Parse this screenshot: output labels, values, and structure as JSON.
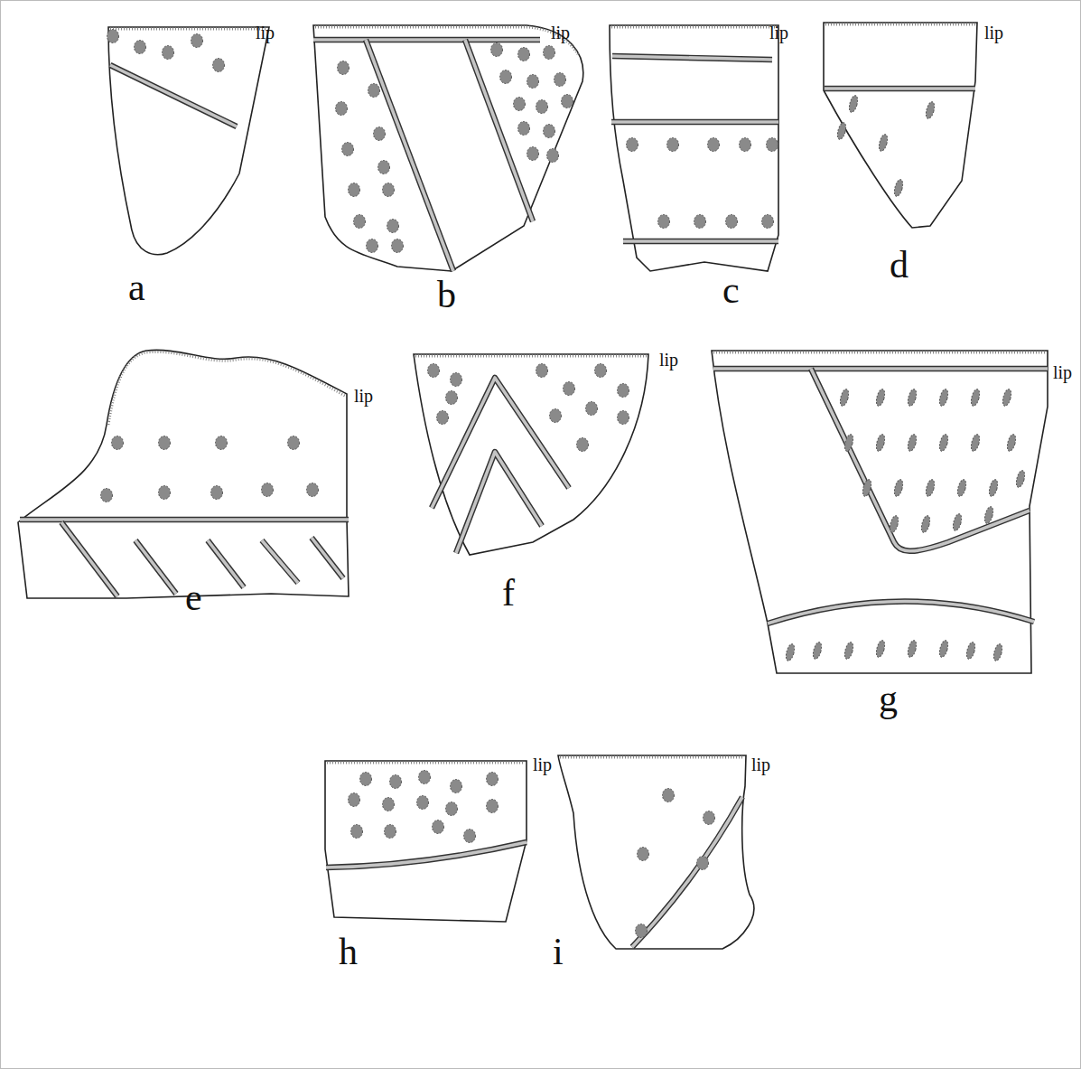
{
  "diagram": {
    "labels": [
      "lip",
      "a",
      "lip",
      "b",
      "lip",
      "c",
      "lip",
      "d",
      "lip",
      "e",
      "lip",
      "f",
      "lip",
      "g",
      "lip",
      "h",
      "lip",
      "i"
    ]
  }
}
